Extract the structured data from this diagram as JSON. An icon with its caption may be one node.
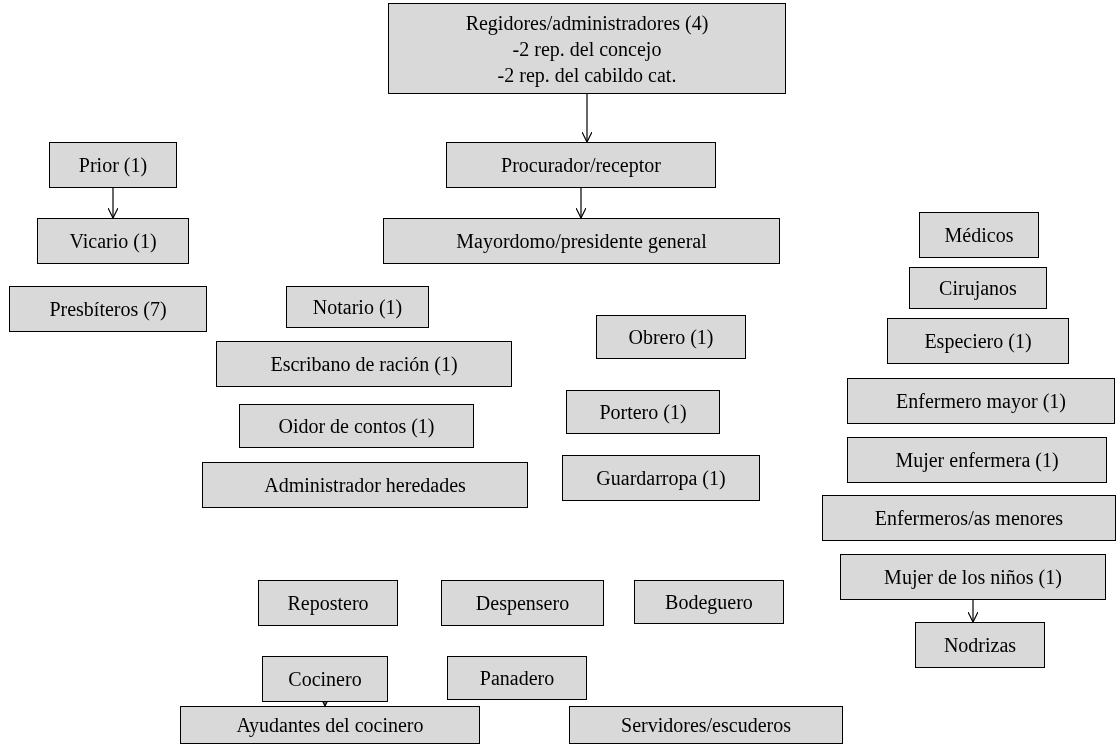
{
  "diagram": {
    "nodes": [
      {
        "text": [
          "Regidores/administradores (4)",
          "-2 rep. del concejo",
          "-2 rep. del cabildo cat."
        ]
      },
      {
        "text": [
          "Procurador/receptor"
        ]
      },
      {
        "text": [
          "Mayordomo/presidente general"
        ]
      },
      {
        "text": [
          "Prior (1)"
        ]
      },
      {
        "text": [
          "Vicario (1)"
        ]
      },
      {
        "text": [
          "Presbíteros (7)"
        ]
      },
      {
        "text": [
          "Notario (1)"
        ]
      },
      {
        "text": [
          "Escribano de ración (1)"
        ]
      },
      {
        "text": [
          "Oidor de contos (1)"
        ]
      },
      {
        "text": [
          "Administrador heredades"
        ]
      },
      {
        "text": [
          "Obrero (1)"
        ]
      },
      {
        "text": [
          "Portero (1)"
        ]
      },
      {
        "text": [
          "Guardarropa (1)"
        ]
      },
      {
        "text": [
          "Médicos"
        ]
      },
      {
        "text": [
          "Cirujanos"
        ]
      },
      {
        "text": [
          "Especiero (1)"
        ]
      },
      {
        "text": [
          "Enfermero mayor (1)"
        ]
      },
      {
        "text": [
          "Mujer enfermera (1)"
        ]
      },
      {
        "text": [
          "Enfermeros/as menores"
        ]
      },
      {
        "text": [
          "Mujer de los niños (1)"
        ]
      },
      {
        "text": [
          "Nodrizas"
        ]
      },
      {
        "text": [
          "Repostero"
        ]
      },
      {
        "text": [
          "Despensero"
        ]
      },
      {
        "text": [
          "Bodeguero"
        ]
      },
      {
        "text": [
          "Cocinero"
        ]
      },
      {
        "text": [
          "Panadero"
        ]
      },
      {
        "text": [
          "Ayudantes del cocinero"
        ]
      },
      {
        "text": [
          "Servidores/escuderos"
        ]
      }
    ],
    "edges": [
      {
        "from": 0,
        "to": 1,
        "arrow": "to"
      },
      {
        "from": 1,
        "to": 2,
        "arrow": "to"
      },
      {
        "from": 3,
        "to": 4,
        "arrow": "to"
      },
      {
        "from": 24,
        "to": 26,
        "arrow": "to"
      },
      {
        "from": 19,
        "to": 20,
        "arrow": "to"
      }
    ]
  }
}
